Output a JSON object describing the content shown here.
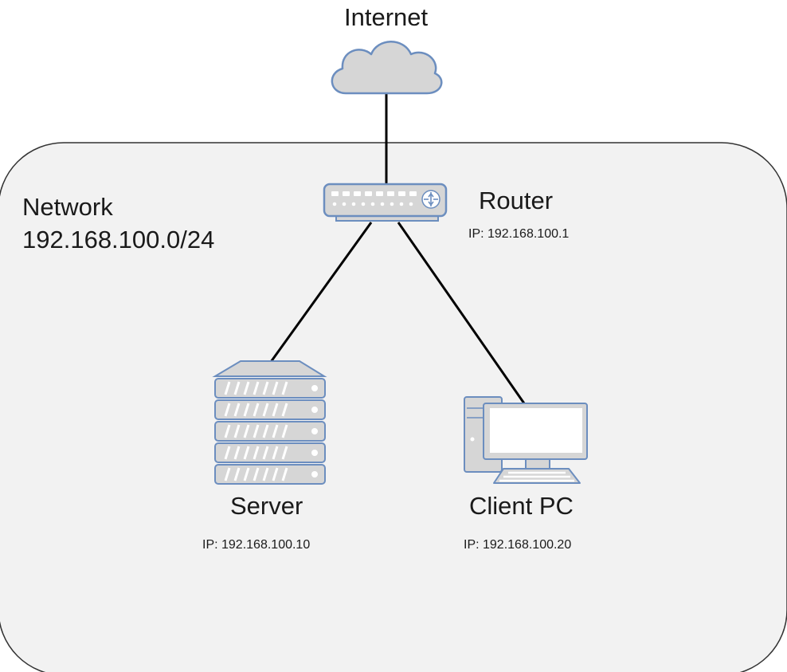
{
  "diagram": {
    "internet": {
      "label": "Internet",
      "icon": "cloud-icon"
    },
    "network": {
      "name": "Network",
      "subnet": "192.168.100.0/24"
    },
    "router": {
      "label": "Router",
      "ip": "IP: 192.168.100.1",
      "icon": "router-icon"
    },
    "server": {
      "label": "Server",
      "ip": "IP: 192.168.100.10",
      "icon": "server-icon"
    },
    "client": {
      "label": "Client PC",
      "ip": "IP: 192.168.100.20",
      "icon": "desktop-pc-icon"
    },
    "colors": {
      "zone_fill": "#f2f2f2",
      "zone_stroke": "#333333",
      "device_fill": "#d6d6d6",
      "device_stroke": "#6c8ebf",
      "link": "#000000"
    }
  }
}
